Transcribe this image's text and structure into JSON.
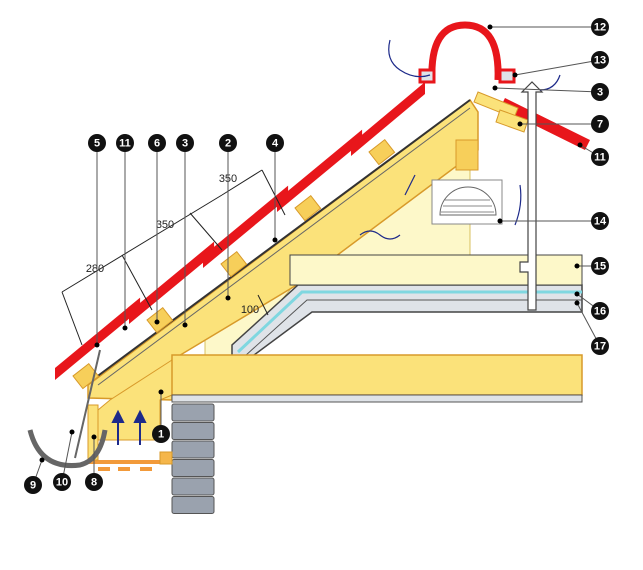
{
  "diagram": {
    "callouts": [
      "5",
      "11",
      "6",
      "3",
      "2",
      "4",
      "12",
      "13",
      "3",
      "7",
      "11",
      "14",
      "15",
      "16",
      "17",
      "1",
      "9",
      "10",
      "8"
    ],
    "dimensions": [
      "350",
      "350",
      "280",
      "100"
    ],
    "colors": {
      "tile": "#e8161b",
      "timber": "#fbe27a",
      "timber_edge": "#d89a2a",
      "insulation": "#fdf8c9",
      "membrane": "#7fd7e0",
      "brick": "#9aa2ae",
      "arrow": "#1d2a8a"
    }
  }
}
